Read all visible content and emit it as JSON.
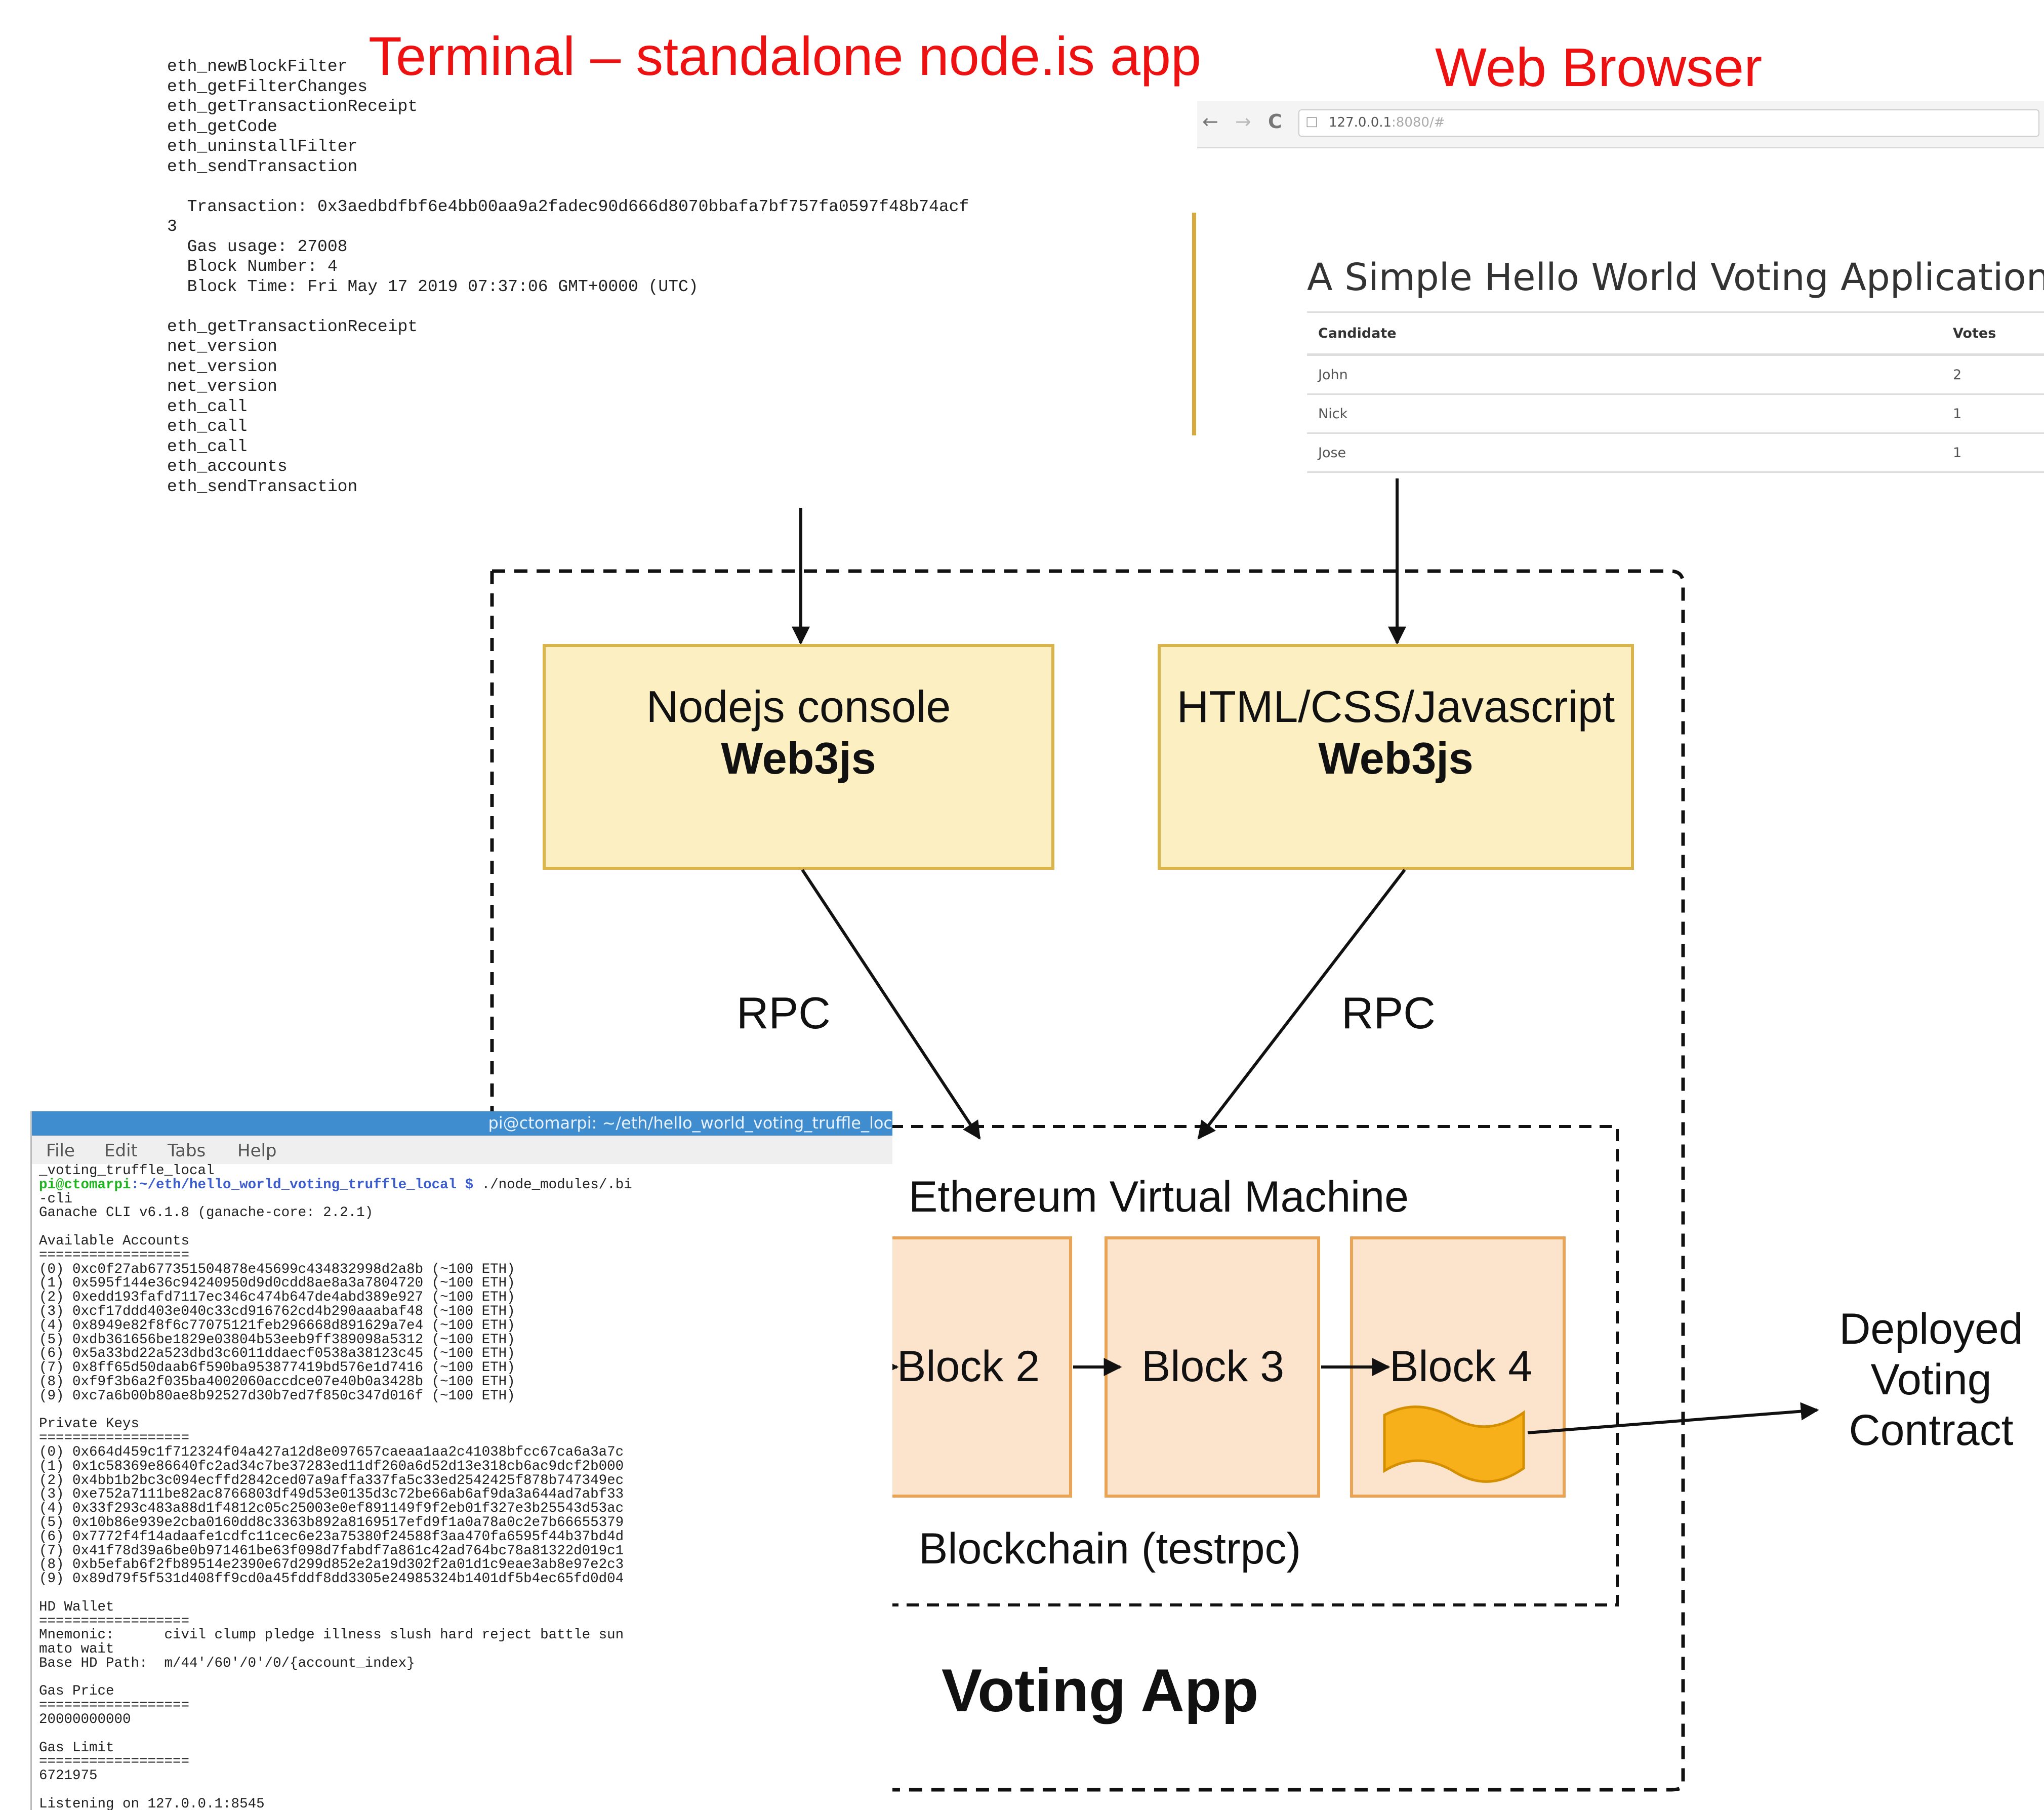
{
  "headings": {
    "terminal": "Terminal – standalone node.is app",
    "browser": "Web Browser"
  },
  "rpc_log": [
    "eth_newBlockFilter",
    "eth_getFilterChanges",
    "eth_getTransactionReceipt",
    "eth_getCode",
    "eth_uninstallFilter",
    "eth_sendTransaction",
    "",
    "  Transaction: 0x3aedbdfbf6e4bb00aa9a2fadec90d666d8070bbafa7bf757fa0597f48b74acf",
    "3",
    "  Gas usage: 27008",
    "  Block Number: 4",
    "  Block Time: Fri May 17 2019 07:37:06 GMT+0000 (UTC)",
    "",
    "eth_getTransactionReceipt",
    "net_version",
    "net_version",
    "net_version",
    "eth_call",
    "eth_call",
    "eth_call",
    "eth_accounts",
    "eth_sendTransaction"
  ],
  "browser": {
    "back": "←",
    "forward": "→",
    "reload": "C",
    "url_host": "127.0.0.1",
    "url_rest": ":8080/#",
    "app_title": "A Simple Hello World Voting Application",
    "table": {
      "headers": [
        "Candidate",
        "Votes"
      ],
      "rows": [
        {
          "candidate": "John",
          "votes": "2"
        },
        {
          "candidate": "Nick",
          "votes": "1"
        },
        {
          "candidate": "Jose",
          "votes": "1"
        }
      ]
    }
  },
  "diagram": {
    "node_box": {
      "line1": "Nodejs console",
      "line2": "Web3js"
    },
    "html_box": {
      "line1": "HTML/CSS/Javascript",
      "line2": "Web3js"
    },
    "rpc_left": "RPC",
    "rpc_right": "RPC",
    "evm_title": "Ethereum Virtual Machine",
    "blocks": [
      "Block 2",
      "Block 3",
      "Block 4"
    ],
    "blockchain_label": "Blockchain (testrpc)",
    "deployed": [
      "Deployed",
      "Voting",
      "Contract"
    ],
    "app_label": "Voting App",
    "colors": {
      "box_fill": "#fcefc2",
      "box_border": "#d9b44a",
      "block_fill": "#fbe3cc",
      "block_border": "#e9a455",
      "contract": "#f7b019"
    }
  },
  "terminal": {
    "title": "pi@ctomarpi: ~/eth/hello_world_voting_truffle_loc",
    "menu": [
      "File",
      "Edit",
      "Tabs",
      "Help"
    ],
    "prompt_user": "pi@ctomarpi",
    "prompt_path": ":~/eth/hello_world_voting_truffle_local $",
    "prompt_cmd": " ./node_modules/.bi",
    "lines_before": [
      "_voting_truffle_local"
    ],
    "lines_after": [
      "-cli",
      "Ganache CLI v6.1.8 (ganache-core: 2.2.1)",
      "",
      "Available Accounts",
      "==================",
      "(0) 0xc0f27ab677351504878e45699c434832998d2a8b (~100 ETH)",
      "(1) 0x595f144e36c94240950d9d0cdd8ae8a3a7804720 (~100 ETH)",
      "(2) 0xedd193fafd7117ec346c474b647de4abd389e927 (~100 ETH)",
      "(3) 0xcf17ddd403e040c33cd916762cd4b290aaabaf48 (~100 ETH)",
      "(4) 0x8949e82f8f6c77075121feb296668d891629a7e4 (~100 ETH)",
      "(5) 0xdb361656be1829e03804b53eeb9ff389098a5312 (~100 ETH)",
      "(6) 0x5a33bd22a523dbd3c6011ddaecf0538a38123c45 (~100 ETH)",
      "(7) 0x8ff65d50daab6f590ba953877419bd576e1d7416 (~100 ETH)",
      "(8) 0xf9f3b6a2f035ba4002060accdce07e40b0a3428b (~100 ETH)",
      "(9) 0xc7a6b00b80ae8b92527d30b7ed7f850c347d016f (~100 ETH)",
      "",
      "Private Keys",
      "==================",
      "(0) 0x664d459c1f712324f04a427a12d8e097657caeaa1aa2c41038bfcc67ca6a3a7c",
      "(1) 0x1c58369e86640fc2ad34c7be37283ed11df260a6d52d13e318cb6ac9dcf2b000",
      "(2) 0x4bb1b2bc3c094ecffd2842ced07a9affa337fa5c33ed2542425f878b747349ec",
      "(3) 0xe752a7111be82ac8766803df49d53e0135d3c72be66ab6af9da3a644ad7abf33",
      "(4) 0x33f293c483a88d1f4812c05c25003e0ef891149f9f2eb01f327e3b25543d53ac",
      "(5) 0x10b86e939e2cba0160dd8c3363b892a8169517efd9f1a0a78a0c2e7b66655379",
      "(6) 0x7772f4f14adaafe1cdfc11cec6e23a75380f24588f3aa470fa6595f44b37bd4d",
      "(7) 0x41f78d39a6be0b971461be63f098d7fabdf7a861c42ad764bc78a81322d019c1",
      "(8) 0xb5efab6f2fb89514e2390e67d299d852e2a19d302f2a01d1c9eae3ab8e97e2c3",
      "(9) 0x89d79f5f531d408ff9cd0a45fddf8dd3305e24985324b1401df5b4ec65fd0d04",
      "",
      "HD Wallet",
      "==================",
      "Mnemonic:      civil clump pledge illness slush hard reject battle sun",
      "mato wait",
      "Base HD Path:  m/44'/60'/0'/0/{account_index}",
      "",
      "Gas Price",
      "==================",
      "20000000000",
      "",
      "Gas Limit",
      "==================",
      "6721975",
      "",
      "Listening on 127.0.0.1:8545"
    ]
  }
}
